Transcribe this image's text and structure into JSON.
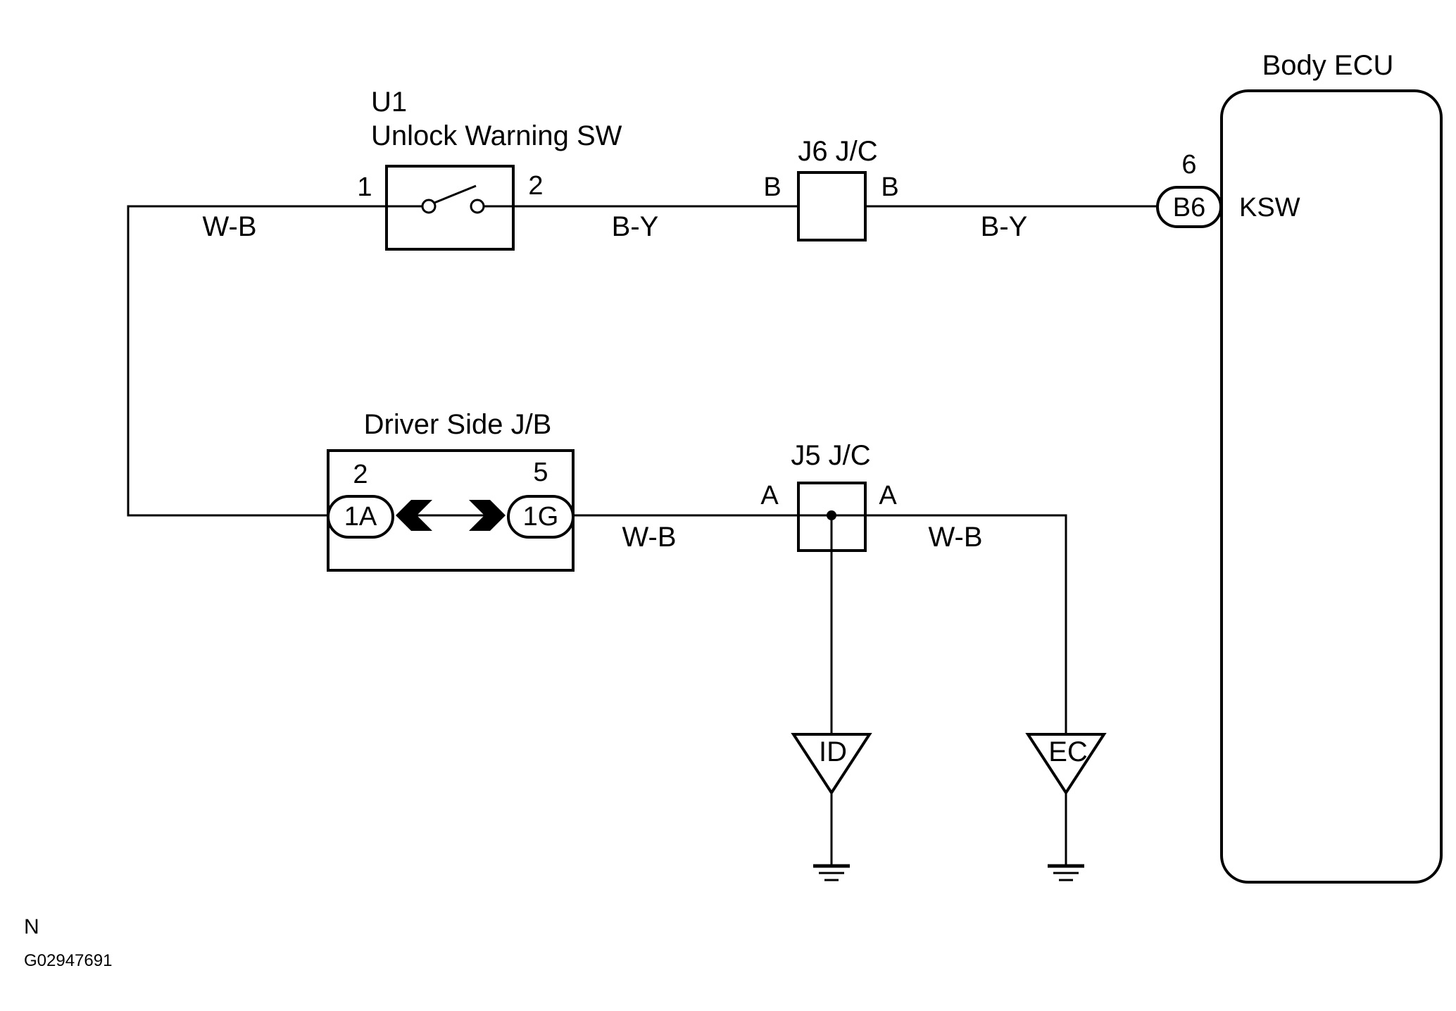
{
  "components": {
    "ecu": {
      "title": "Body ECU",
      "pin_number": "6",
      "connector": "B6",
      "terminal": "KSW"
    },
    "switch": {
      "id": "U1",
      "name": "Unlock Warning SW",
      "pin_left": "1",
      "pin_right": "2"
    },
    "j6": {
      "name": "J6 J/C",
      "pin_left": "B",
      "pin_right": "B"
    },
    "driver_jb": {
      "name": "Driver Side J/B",
      "pin_left_number": "2",
      "pin_left_connector": "1A",
      "pin_right_number": "5",
      "pin_right_connector": "1G"
    },
    "j5": {
      "name": "J5 J/C",
      "pin_left": "A",
      "pin_right": "A"
    }
  },
  "wires": {
    "w1": "W-B",
    "w2": "B-Y",
    "w3": "B-Y",
    "w4": "W-B",
    "w5": "W-B"
  },
  "grounds": {
    "id": "ID",
    "ec": "EC"
  },
  "footer": {
    "letter": "N",
    "code": "G02947691"
  }
}
